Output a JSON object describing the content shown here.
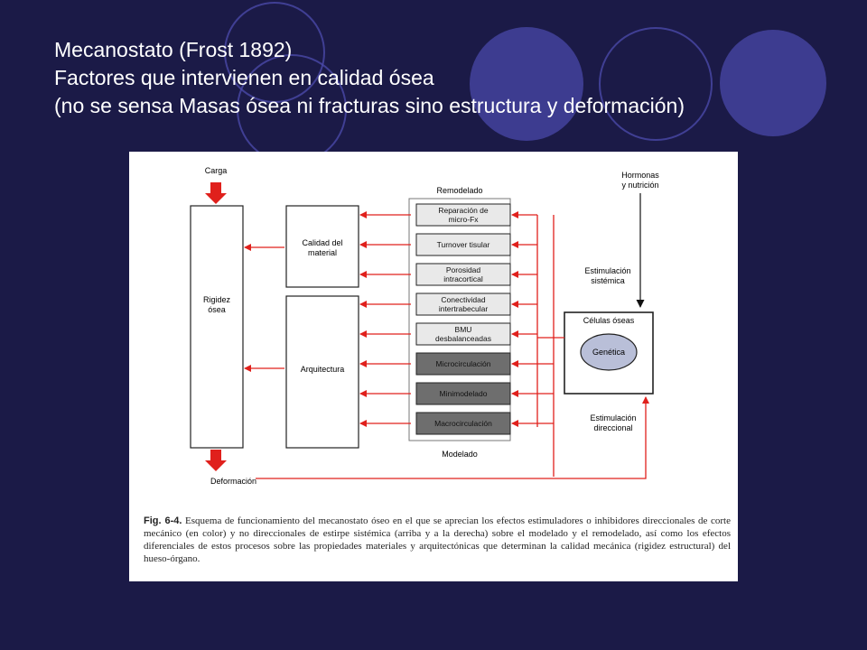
{
  "slide": {
    "title_lines": [
      "Mecanostato (Frost 1892)",
      "Factores que intervienen en calidad ósea",
      "(no se sensa Masas ósea ni fracturas sino estructura y deformación)"
    ]
  },
  "diagram": {
    "carga": "Carga",
    "deformacion": "Deformación",
    "rigidez": [
      "Rigidez",
      "ósea"
    ],
    "calidad": [
      "Calidad del",
      "material"
    ],
    "arquitectura": "Arquitectura",
    "remodelado": "Remodelado",
    "modelado": "Modelado",
    "processes": [
      {
        "lines": [
          "Reparación de",
          "micro-Fx"
        ],
        "dark": false
      },
      {
        "lines": [
          "Turnover tisular"
        ],
        "dark": false
      },
      {
        "lines": [
          "Porosidad",
          "intracortical"
        ],
        "dark": false
      },
      {
        "lines": [
          "Conectividad",
          "intertrabecular"
        ],
        "dark": false
      },
      {
        "lines": [
          "BMU",
          "desbalanceadas"
        ],
        "dark": false
      },
      {
        "lines": [
          "Microcirculación"
        ],
        "dark": true
      },
      {
        "lines": [
          "Minimodelado"
        ],
        "dark": true
      },
      {
        "lines": [
          "Macrocirculación"
        ],
        "dark": true
      }
    ],
    "hormonas": [
      "Hormonas",
      "y nutrición"
    ],
    "estim_sistemica": [
      "Estimulación",
      "sistémica"
    ],
    "celulas": "Células óseas",
    "genetica": "Genética",
    "estim_direccional": [
      "Estimulación",
      "direccional"
    ]
  },
  "caption": {
    "label": "Fig. 6-4.",
    "text": "Esquema de funcionamiento del mecanostato óseo en el que se aprecian los efectos estimuladores o inhibidores direccionales de corte mecánico (en color) y no direccionales de estirpe sistémica (arriba y a la derecha) sobre el modelado y el remodelado, así como los efectos diferenciales de estos procesos sobre las propiedades materiales y arquitectónicas que determinan la calidad mecánica (rigidez estructural) del hueso-órgano."
  },
  "colors": {
    "background": "#1b1a47",
    "circle": "#4a48a8",
    "arrow_red": "#e0201c",
    "box_light": "#e9e9e9",
    "box_dark": "#6e6e6e",
    "genetica_fill": "#b9bfd8"
  }
}
